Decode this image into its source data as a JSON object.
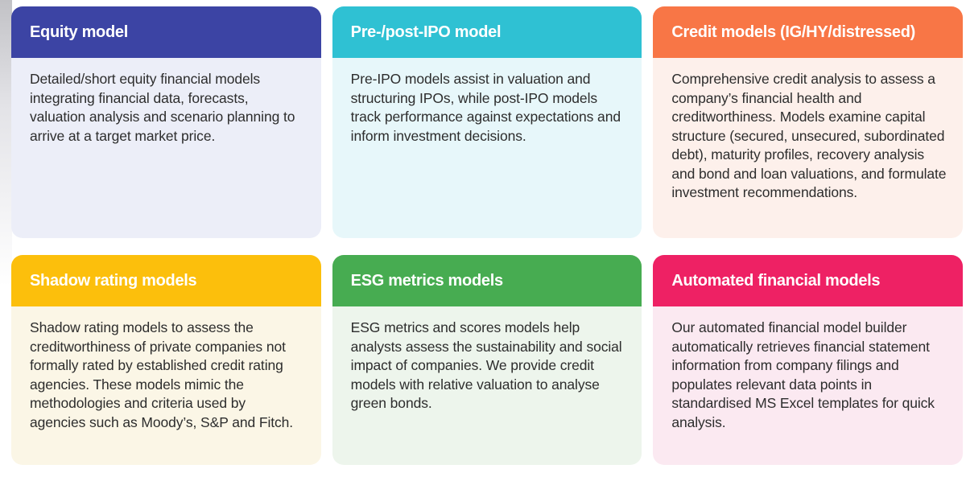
{
  "page": {
    "background": "#ffffff",
    "text_color": "#2d2d2d",
    "header_text_color": "#ffffff"
  },
  "cards": [
    {
      "id": "equity-model",
      "title": "Equity model",
      "header_color": "#3C44A4",
      "body_bg": "#ECEEF8",
      "text": "Detailed/short equity financial models integrating financial data, forecasts, valuation analysis and scenario planning to arrive at a target market price."
    },
    {
      "id": "pre-post-ipo-model",
      "title": "Pre-/post-IPO model",
      "header_color": "#2FC1D3",
      "body_bg": "#E7F7FA",
      "text": "Pre-IPO models assist in valuation and structuring IPOs, while post-IPO models track performance against expectations and inform investment decisions."
    },
    {
      "id": "credit-models",
      "title": "Credit models (IG/HY/distressed)",
      "header_color": "#F87646",
      "body_bg": "#FDF0EB",
      "text": "Comprehensive credit analysis to assess a company’s financial health and creditworthiness. Models examine capital structure (secured, unsecured, subordinated debt), maturity profiles, recovery analysis and bond and loan valuations, and formulate investment recommendations."
    },
    {
      "id": "shadow-rating-models",
      "title": "Shadow rating models",
      "header_color": "#FCBF0C",
      "body_bg": "#FBF6E6",
      "text": "Shadow rating models to assess the creditworthiness of private companies not formally rated by established credit rating agencies. These models mimic the methodologies and criteria used by agencies such as Moody’s, S&P and Fitch."
    },
    {
      "id": "esg-metrics-models",
      "title": "ESG metrics models",
      "header_color": "#47AC51",
      "body_bg": "#EDF5EC",
      "text": "ESG metrics and scores models help analysts assess the sustainability and social impact of companies. We provide credit models with relative valuation to analyse green bonds."
    },
    {
      "id": "automated-financial-models",
      "title": "Automated financial models",
      "header_color": "#EE2164",
      "body_bg": "#FBE9F1",
      "text": "Our automated financial model builder automatically retrieves financial statement information from company filings and populates relevant data points in standardised MS Excel templates for quick analysis."
    }
  ]
}
